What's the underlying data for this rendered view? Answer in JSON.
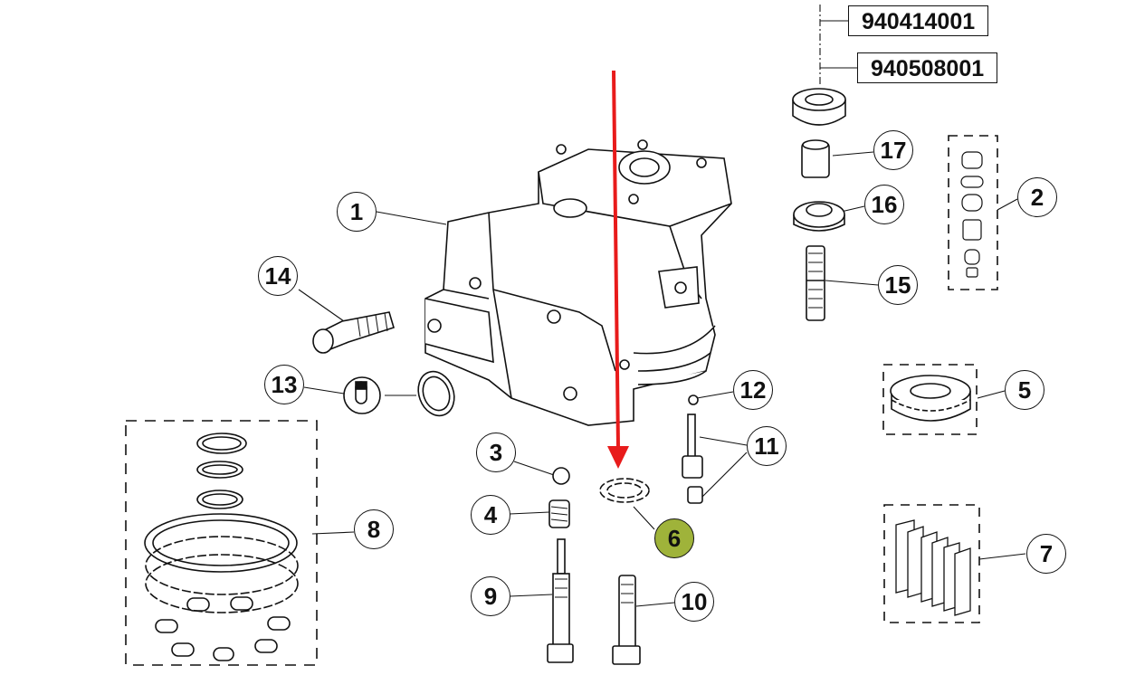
{
  "diagram": {
    "type": "exploded-parts-diagram",
    "part_numbers": [
      "940414001",
      "940508001"
    ],
    "callouts": [
      {
        "id": "1",
        "label": "1"
      },
      {
        "id": "2",
        "label": "2"
      },
      {
        "id": "3",
        "label": "3"
      },
      {
        "id": "4",
        "label": "4"
      },
      {
        "id": "5",
        "label": "5"
      },
      {
        "id": "6",
        "label": "6",
        "highlighted": true
      },
      {
        "id": "7",
        "label": "7"
      },
      {
        "id": "8",
        "label": "8"
      },
      {
        "id": "9",
        "label": "9"
      },
      {
        "id": "10",
        "label": "10"
      },
      {
        "id": "11",
        "label": "11"
      },
      {
        "id": "12",
        "label": "12"
      },
      {
        "id": "13",
        "label": "13"
      },
      {
        "id": "14",
        "label": "14"
      },
      {
        "id": "15",
        "label": "15"
      },
      {
        "id": "16",
        "label": "16"
      },
      {
        "id": "17",
        "label": "17"
      }
    ],
    "highlight_color": "#9fb33a",
    "arrow_color": "#e81b1b",
    "arrow_target": "6"
  }
}
